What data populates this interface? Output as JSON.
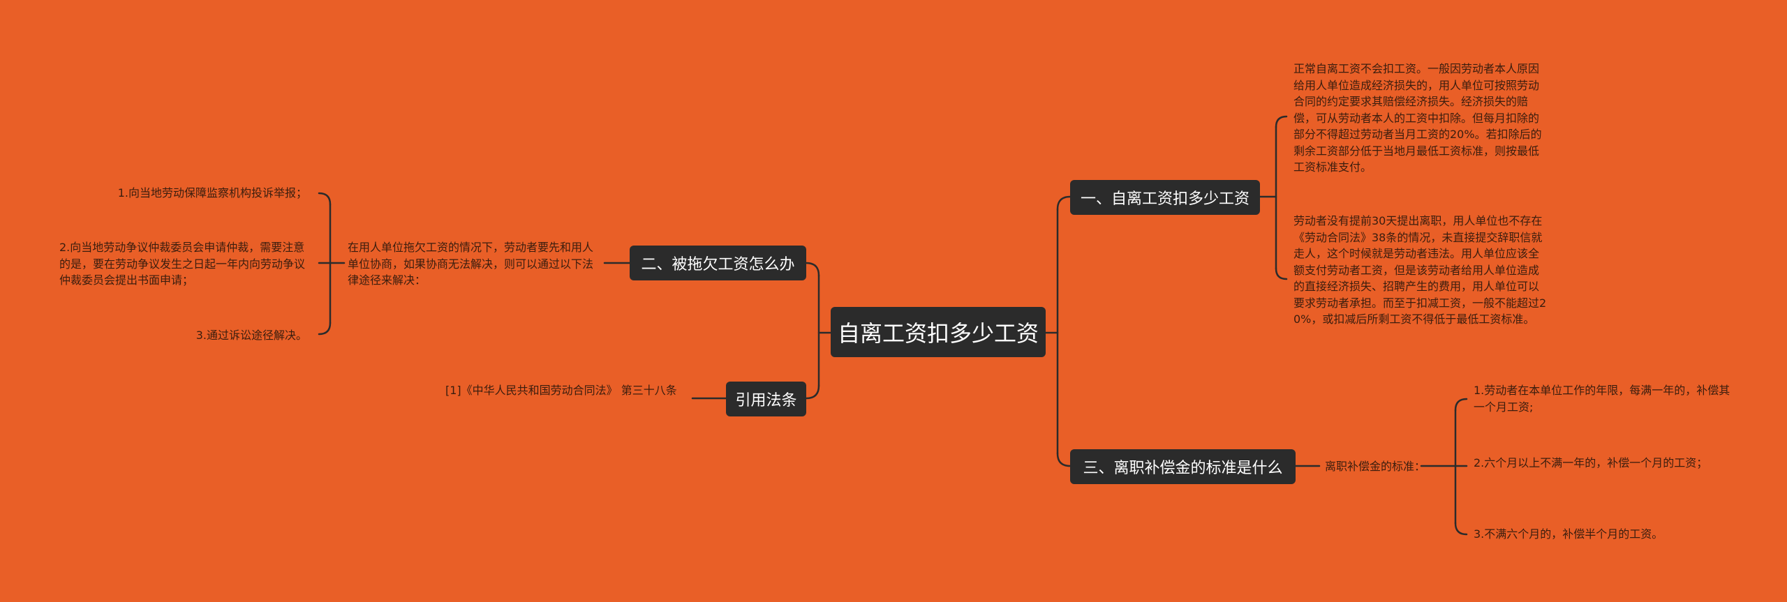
{
  "colors": {
    "background": "#e95f27",
    "node": "#2b2b2b",
    "line": "#2b2b2b",
    "leaf_text": "#3a1d0e"
  },
  "root": "自离工资扣多少工资",
  "branches": {
    "b1": {
      "label": "一、自离工资扣多少工资",
      "leaves": [
        "正常自离工资不会扣工资。一般因劳动者本人原因给用人单位造成经济损失的，用人单位可按照劳动合同的约定要求其赔偿经济损失。经济损失的赔偿，可从劳动者本人的工资中扣除。但每月扣除的部分不得超过劳动者当月工资的20%。若扣除后的剩余工资部分低于当地月最低工资标准，则按最低工资标准支付。",
        "劳动者没有提前30天提出离职，用人单位也不存在《劳动合同法》38条的情况，未直接提交辞职信就走人，这个时候就是劳动者违法。用人单位应该全额支付劳动者工资，但是该劳动者给用人单位造成的直接经济损失、招聘产生的费用，用人单位可以要求劳动者承担。而至于扣减工资，一般不能超过20%，或扣减后所剩工资不得低于最低工资标准。"
      ]
    },
    "b2": {
      "label": "二、被拖欠工资怎么办",
      "middle": "在用人单位拖欠工资的情况下，劳动者要先和用人单位协商，如果协商无法解决，则可以通过以下法律途径来解决：",
      "leaves": [
        "1.向当地劳动保障监察机构投诉举报；",
        "2.向当地劳动争议仲裁委员会申请仲裁，需要注意的是，要在劳动争议发生之日起一年内向劳动争议仲裁委员会提出书面申请；",
        "3.通过诉讼途径解决。"
      ]
    },
    "b3": {
      "label": "三、离职补偿金的标准是什么",
      "middle": "离职补偿金的标准：",
      "leaves": [
        "1.劳动者在本单位工作的年限，每满一年的，补偿其一个月工资;",
        "2.六个月以上不满一年的，补偿一个月的工资；",
        "3.不满六个月的，补偿半个月的工资。"
      ]
    },
    "b4": {
      "label": "引用法条",
      "leaves": [
        "[1]《中华人民共和国劳动合同法》 第三十八条"
      ]
    }
  }
}
